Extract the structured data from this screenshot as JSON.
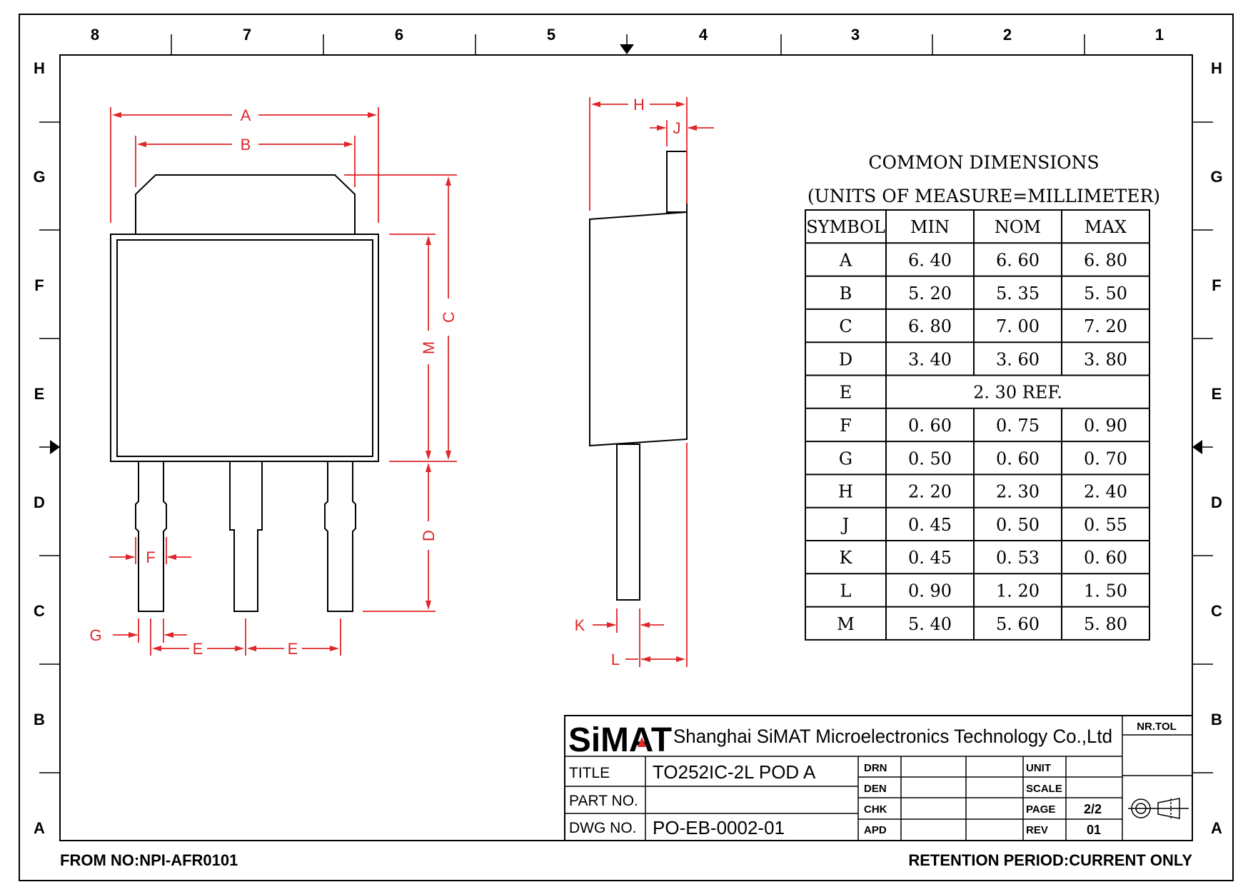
{
  "border": {
    "columns": [
      "8",
      "7",
      "6",
      "5",
      "4",
      "3",
      "2",
      "1"
    ],
    "rows": [
      "H",
      "G",
      "F",
      "E",
      "D",
      "C",
      "B",
      "A"
    ]
  },
  "dimension_labels": {
    "A": "A",
    "B": "B",
    "C": "C",
    "M": "M",
    "D": "D",
    "F": "F",
    "G": "G",
    "E": "E",
    "H": "H",
    "J": "J",
    "K": "K",
    "L": "L"
  },
  "table": {
    "title": "COMMON DIMENSIONS",
    "subtitle": "(UNITS OF MEASURE=MILLIMETER)",
    "headers": [
      "SYMBOL",
      "MIN",
      "NOM",
      "MAX"
    ],
    "rows": [
      {
        "symbol": "A",
        "min": "6. 40",
        "nom": "6. 60",
        "max": "6. 80"
      },
      {
        "symbol": "B",
        "min": "5. 20",
        "nom": "5. 35",
        "max": "5. 50"
      },
      {
        "symbol": "C",
        "min": "6. 80",
        "nom": "7. 00",
        "max": "7. 20"
      },
      {
        "symbol": "D",
        "min": "3. 40",
        "nom": "3. 60",
        "max": "3. 80"
      },
      {
        "symbol": "E",
        "ref": "2. 30 REF."
      },
      {
        "symbol": "F",
        "min": "0. 60",
        "nom": "0. 75",
        "max": "0. 90"
      },
      {
        "symbol": "G",
        "min": "0. 50",
        "nom": "0. 60",
        "max": "0. 70"
      },
      {
        "symbol": "H",
        "min": "2. 20",
        "nom": "2. 30",
        "max": "2. 40"
      },
      {
        "symbol": "J",
        "min": "0. 45",
        "nom": "0. 50",
        "max": "0. 55"
      },
      {
        "symbol": "K",
        "min": "0. 45",
        "nom": "0. 53",
        "max": "0. 60"
      },
      {
        "symbol": "L",
        "min": "0. 90",
        "nom": "1. 20",
        "max": "1. 50"
      },
      {
        "symbol": "M",
        "min": "5. 40",
        "nom": "5. 60",
        "max": "5. 80"
      }
    ]
  },
  "title_block": {
    "logo_text": "SiMAT",
    "company": "Shanghai SiMAT Microelectronics Technology Co.,Ltd",
    "nr_tol": "NR.TOL",
    "title_label": "TITLE",
    "title_value": "TO252IC-2L POD A",
    "part_no_label": "PART NO.",
    "part_no_value": "",
    "dwg_no_label": "DWG NO.",
    "dwg_no_value": "PO-EB-0002-01",
    "drn": "DRN",
    "den": "DEN",
    "chk": "CHK",
    "apd": "APD",
    "unit_label": "UNIT",
    "scale_label": "SCALE",
    "page_label": "PAGE",
    "page_value": "2/2",
    "rev_label": "REV",
    "rev_value": "01"
  },
  "footer": {
    "from_no": "FROM NO:NPI-AFR0101",
    "retention": "RETENTION PERIOD:CURRENT ONLY"
  },
  "colors": {
    "dimension": "#e0262a",
    "outline": "#000000"
  }
}
